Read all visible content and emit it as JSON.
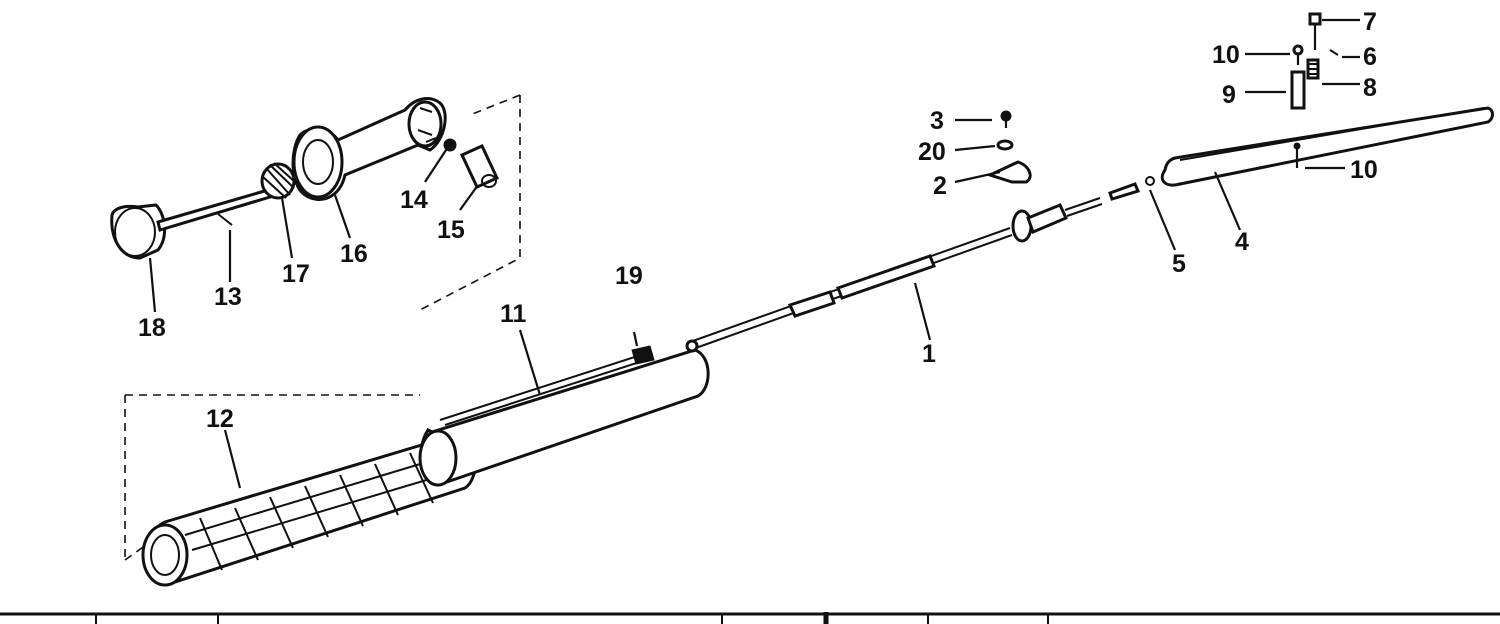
{
  "diagram": {
    "callouts": [
      {
        "id": "1",
        "label": "1"
      },
      {
        "id": "2",
        "label": "2"
      },
      {
        "id": "3",
        "label": "3"
      },
      {
        "id": "4",
        "label": "4"
      },
      {
        "id": "5",
        "label": "5"
      },
      {
        "id": "6",
        "label": "6"
      },
      {
        "id": "7",
        "label": "7"
      },
      {
        "id": "8",
        "label": "8"
      },
      {
        "id": "9",
        "label": "9"
      },
      {
        "id": "10a",
        "label": "10"
      },
      {
        "id": "10b",
        "label": "10"
      },
      {
        "id": "11",
        "label": "11"
      },
      {
        "id": "12",
        "label": "12"
      },
      {
        "id": "13",
        "label": "13"
      },
      {
        "id": "14",
        "label": "14"
      },
      {
        "id": "15",
        "label": "15"
      },
      {
        "id": "16",
        "label": "16"
      },
      {
        "id": "17",
        "label": "17"
      },
      {
        "id": "18",
        "label": "18"
      },
      {
        "id": "19",
        "label": "19"
      },
      {
        "id": "20",
        "label": "20"
      }
    ],
    "colors": {
      "ink": "#111111",
      "paper": "#ffffff"
    }
  }
}
